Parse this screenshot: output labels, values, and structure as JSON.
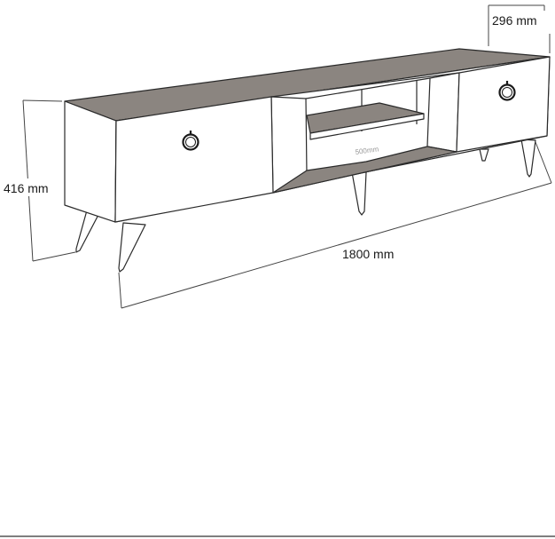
{
  "dimensions": {
    "depth": "296 mm",
    "height": "416 mm",
    "width": "1800 mm",
    "inner_width": "500mm"
  },
  "colors": {
    "top_surface": "#8b8580",
    "panel_fill": "#ffffff",
    "inner_back": "#ffffff",
    "shelf_top": "#8b8580",
    "outline": "#2a2a2a",
    "dim_line": "#444444",
    "legs": "#ffffff",
    "bottom_rule": "#555555"
  }
}
